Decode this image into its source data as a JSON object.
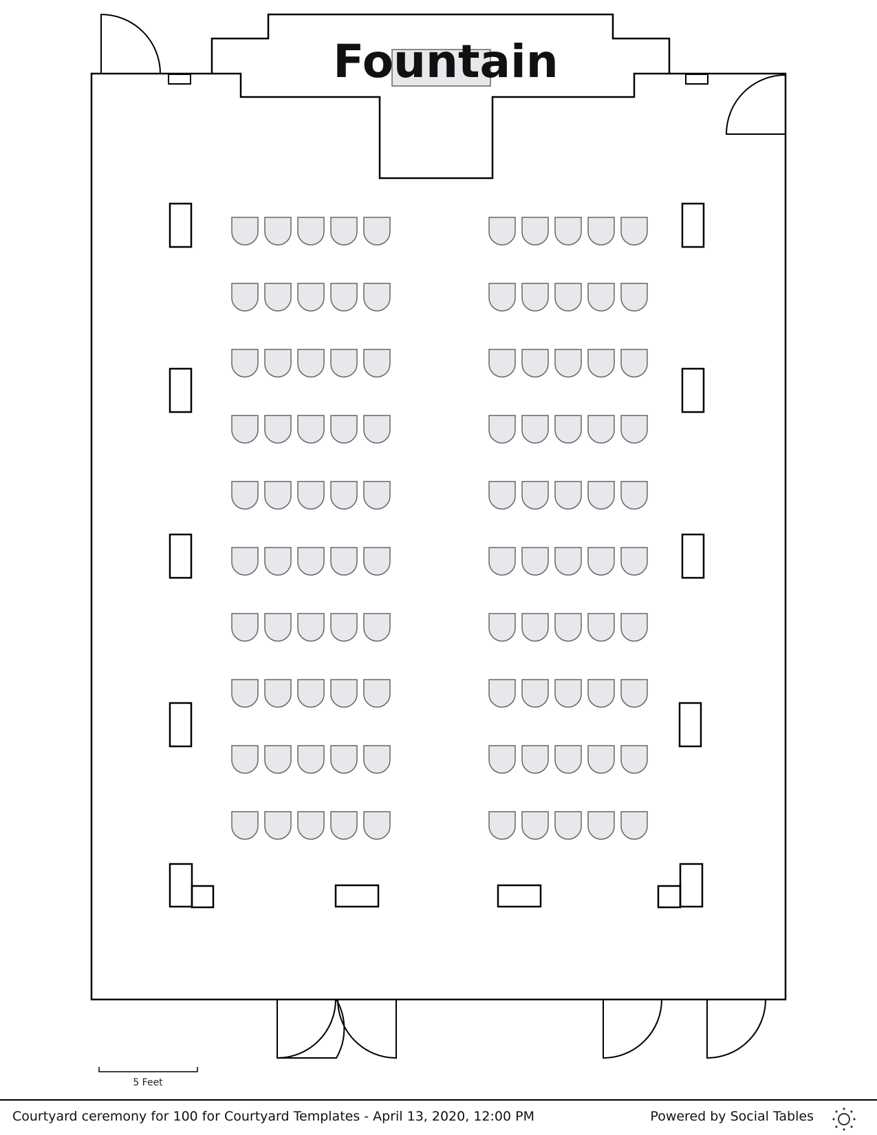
{
  "plan": {
    "feature_label": "Fountain",
    "seating": {
      "rows": 10,
      "left_section_chairs_per_row": 5,
      "right_section_chairs_per_row": 5
    },
    "scale_label": "5 Feet",
    "colors": {
      "chair_fill": "#e6e8eb",
      "chair_stroke": "#666666",
      "wall_stroke": "#000000"
    }
  },
  "footer": {
    "caption": "Courtyard ceremony for 100 for Courtyard Templates - April 13, 2020, 12:00 PM",
    "powered_by": "Powered by Social Tables",
    "brand_icon": "social-tables-logo-icon"
  }
}
